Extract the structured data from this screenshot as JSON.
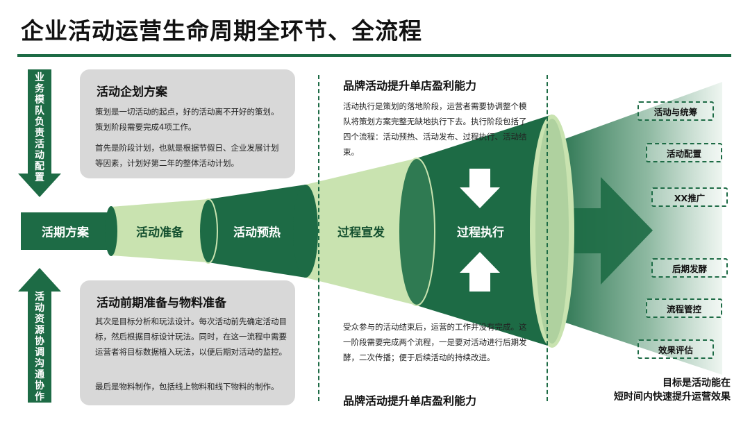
{
  "title": "企业活动运营生命周期全环节、全流程",
  "left_arrows": {
    "top_vertical": "业务模队负责活动配置",
    "bottom_vertical": "活动资源协调沟通协作"
  },
  "cards": {
    "top": {
      "heading": "活动企划方案",
      "para1": "策划是一切活动的起点，好的活动离不开好的策划。策划阶段需要完成4项工作。",
      "para2": "首先是阶段计划，也就是根据节假日、企业发展计划等因素，计划好第二年的整体活动计划。"
    },
    "bottom": {
      "heading": "活动前期准备与物料准备",
      "para1": "其次是目标分析和玩法设计。每次活动前先确定活动目标，然后根据目标设计玩法。同时，在这一流程中需要运营者将目标数据植入玩法，以便后期对活动的监控。",
      "para2": "最后是物料制作，包括线上物料和线下物料的制作。"
    }
  },
  "stages": [
    "活期方案",
    "活动准备",
    "活动预热",
    "过程宣发",
    "过程执行"
  ],
  "panel": {
    "top_title": "品牌活动提升单店盈利能力",
    "top_text": "活动执行是策划的落地阶段，运营者需要协调整个模队将策划方案完整无缺地执行下去。执行阶段包括了四个流程：活动预热、活动发布、过程执行、活动结束。",
    "bottom_text": "受众参与的活动结束后，运营的工作并没有完成。这一阶段需要完成两个流程，一是要对活动进行后期发酵，二次传播；便于后续活动的持续改进。",
    "bottom_title": "品牌活动提升单店盈利能力"
  },
  "outputs": [
    "活动与统筹",
    "活动配置",
    "XX推广",
    "后期发酵",
    "流程管控",
    "效果评估"
  ],
  "goal": {
    "line1": "目标是活动能在",
    "line2": "短时间内快速提升运营效果"
  },
  "colors": {
    "dark_green": "#1d6b45",
    "light_green": "#c9e3b0",
    "card_gray": "#d8d8d8"
  }
}
